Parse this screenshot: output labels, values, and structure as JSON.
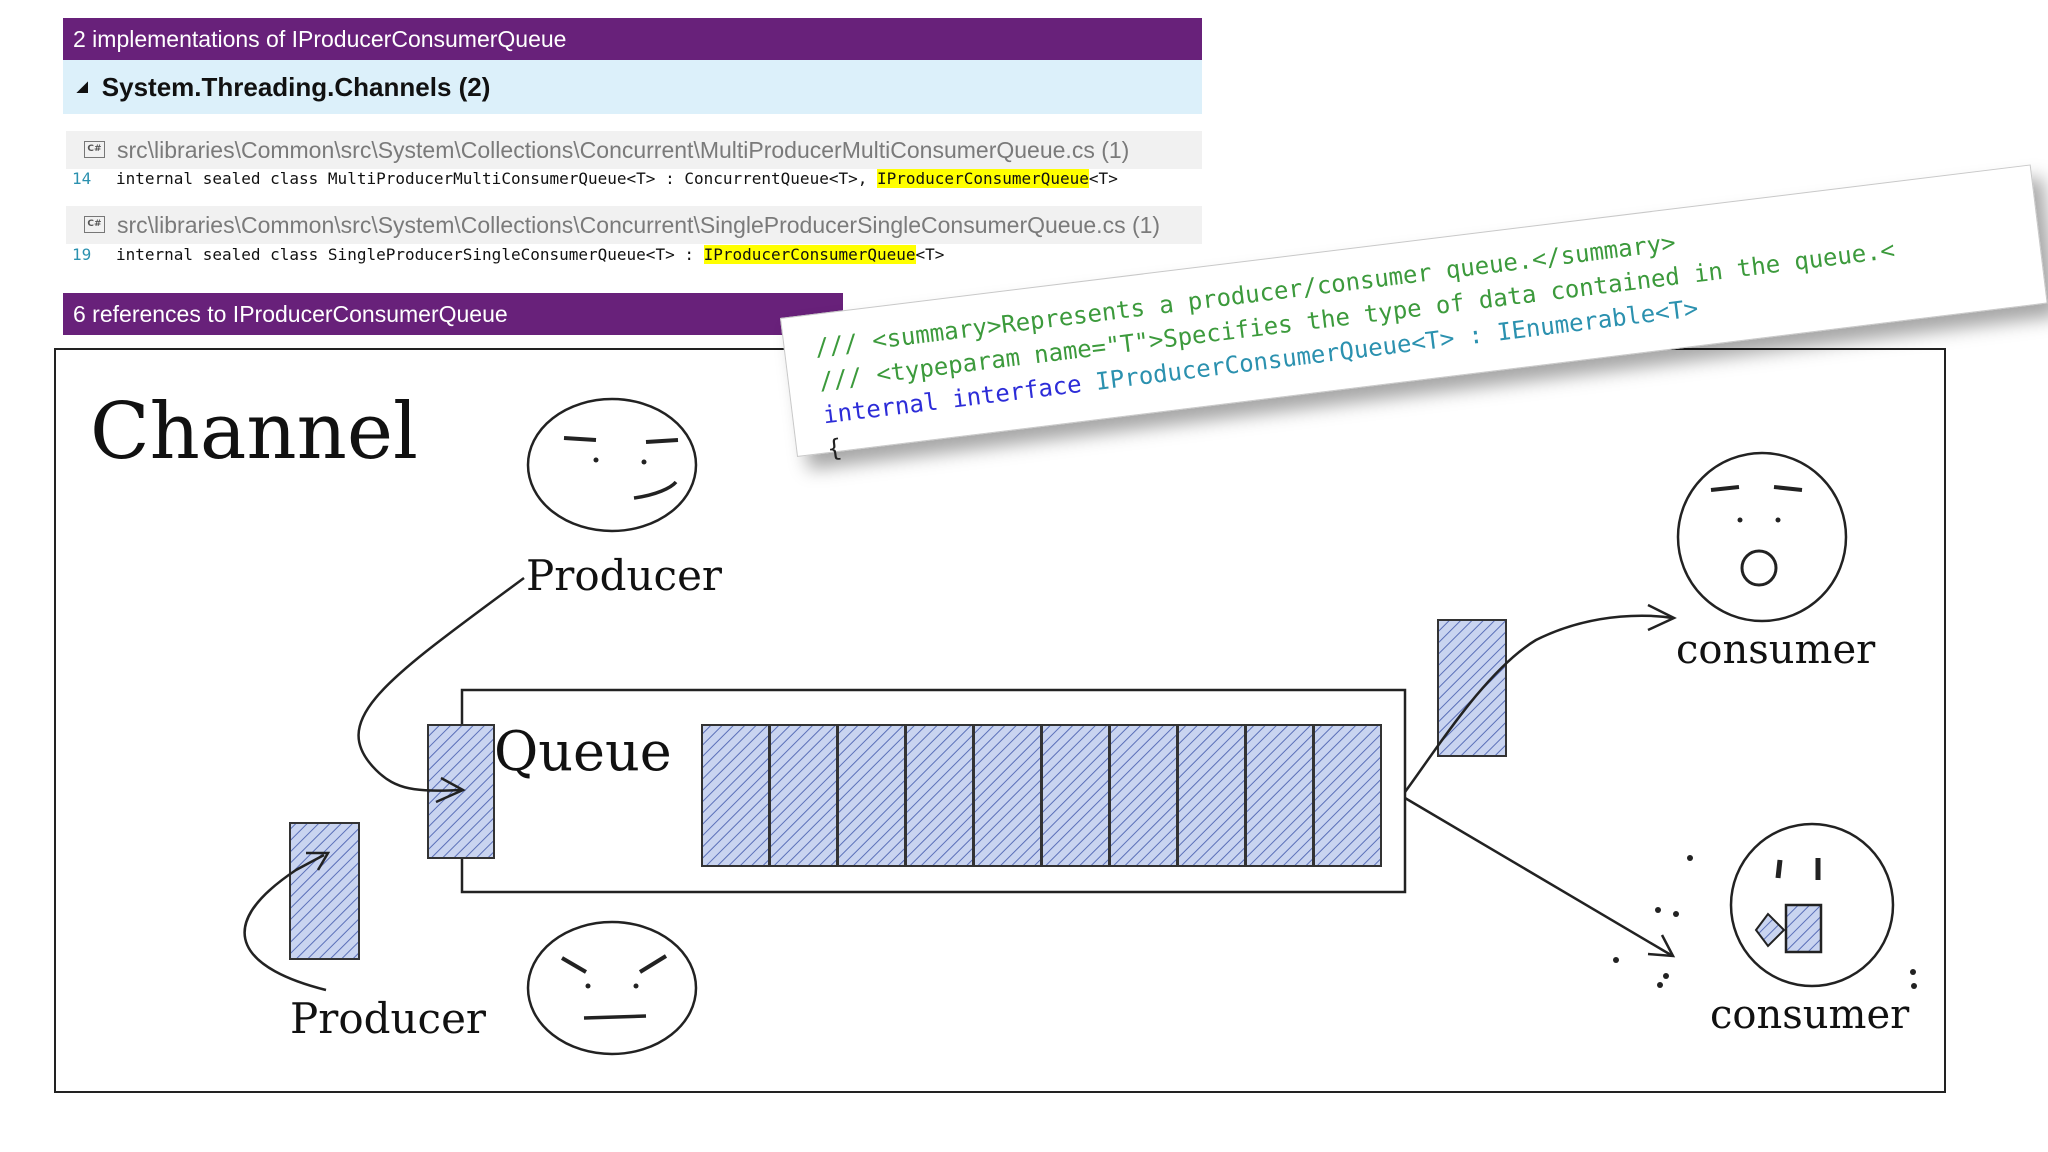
{
  "results": {
    "implementations_header": "2 implementations of IProducerConsumerQueue",
    "group": {
      "label": "System.Threading.Channels (2)",
      "collapse_glyph": "◢"
    },
    "items": [
      {
        "file": "src\\libraries\\Common\\src\\System\\Collections\\Concurrent\\MultiProducerMultiConsumerQueue.cs (1)",
        "line_number": "14",
        "code_before": "internal sealed class MultiProducerMultiConsumerQueue<T> : ConcurrentQueue<T>, ",
        "code_match": "IProducerConsumerQueue",
        "code_after": "<T>"
      },
      {
        "file": "src\\libraries\\Common\\src\\System\\Collections\\Concurrent\\SingleProducerSingleConsumerQueue.cs (1)",
        "line_number": "19",
        "code_before": "internal sealed class SingleProducerSingleConsumerQueue<T> : ",
        "code_match": "IProducerConsumerQueue",
        "code_after": "<T>"
      }
    ],
    "references_header": "6 references to IProducerConsumerQueue",
    "file_icon_text": "C#"
  },
  "code_card": {
    "line1": "/// <summary>Represents a producer/consumer queue.</summary>",
    "line2": "/// <typeparam name=\"T\">Specifies the type of data contained in the queue.<",
    "line3_kw": "internal interface ",
    "line3_type": "IProducerConsumerQueue<T> : IEnumerable<T>",
    "line4": "{"
  },
  "diagram": {
    "title": "Channel",
    "queue_label": "Queue",
    "producer_top": "Producer",
    "producer_bottom": "Producer",
    "consumer_top": "consumer",
    "consumer_bottom": "consumer",
    "queue_slots": 10
  },
  "colors": {
    "accent_purple": "#68217a",
    "group_background": "#dcf0fa",
    "highlight": "#ffff00",
    "slot_fill": "#b9c7e8"
  }
}
